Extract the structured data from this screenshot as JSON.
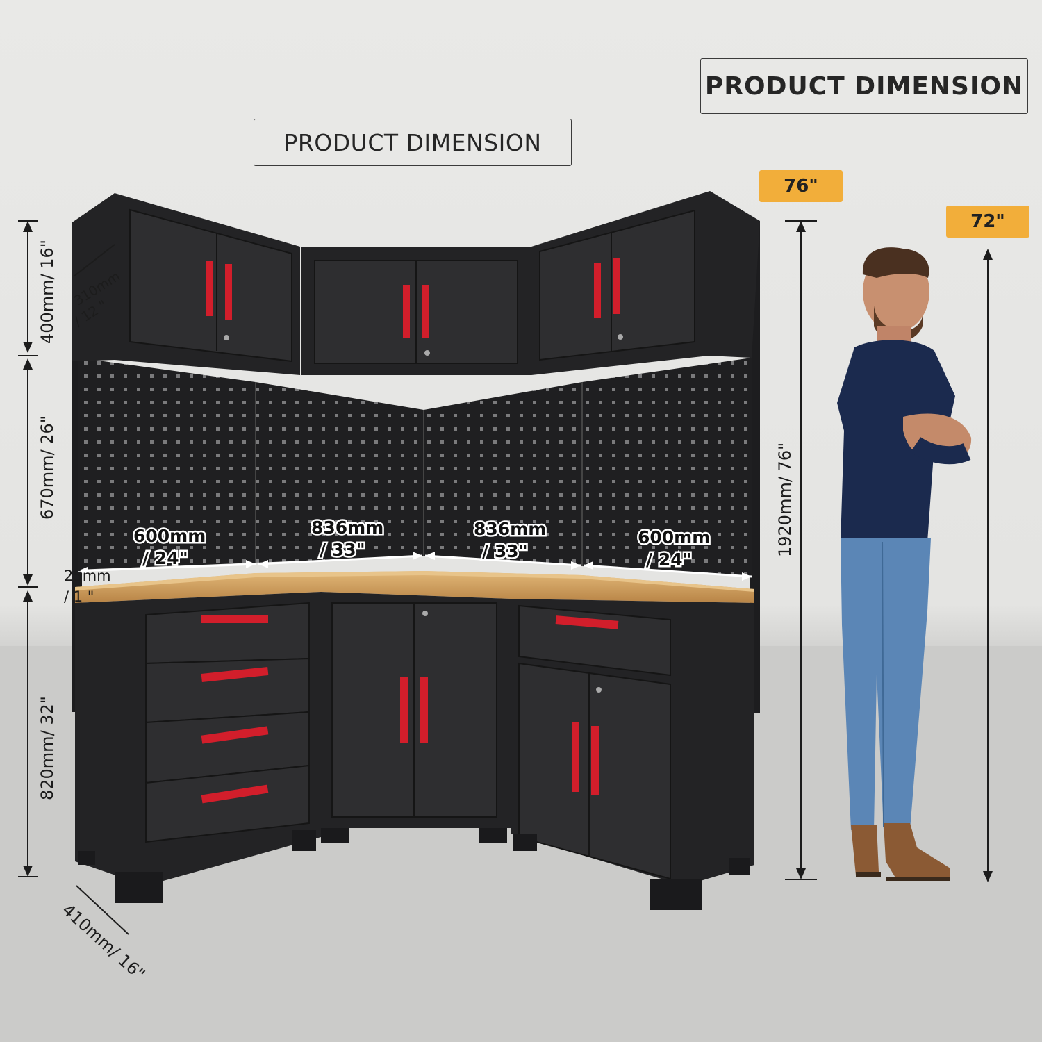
{
  "headers": {
    "bold": "PRODUCT DIMENSION",
    "light": "PRODUCT DIMENSION"
  },
  "height_tags": {
    "total": "76\"",
    "person": "72\""
  },
  "dimensions": {
    "wall_cabinet_height": "400mm/ 16\"",
    "wall_cabinet_depth_mm": "310mm",
    "wall_cabinet_depth_in": "/ 12 \"",
    "pegboard_height": "670mm/ 26\"",
    "worktop_thickness_mm": "25mm",
    "worktop_thickness_in": "/ 1 \"",
    "base_cabinet_height": "820mm/ 32\"",
    "base_depth": "410mm/ 16\"",
    "total_height": "1920mm/ 76\"",
    "width_1_mm": "600mm",
    "width_1_in": "/ 24\"",
    "width_2_mm": "836mm",
    "width_2_in": "/ 33\"",
    "width_3_mm": "836mm",
    "width_3_in": "/ 33\"",
    "width_4_mm": "600mm",
    "width_4_in": "/ 24\""
  },
  "colors": {
    "cabinet": "#2b2b2d",
    "handle": "#d21e2b",
    "worktop": "#c99a5b",
    "tag": "#f2ae3a",
    "shirt": "#1b2a4e",
    "jeans": "#5b86b6"
  }
}
